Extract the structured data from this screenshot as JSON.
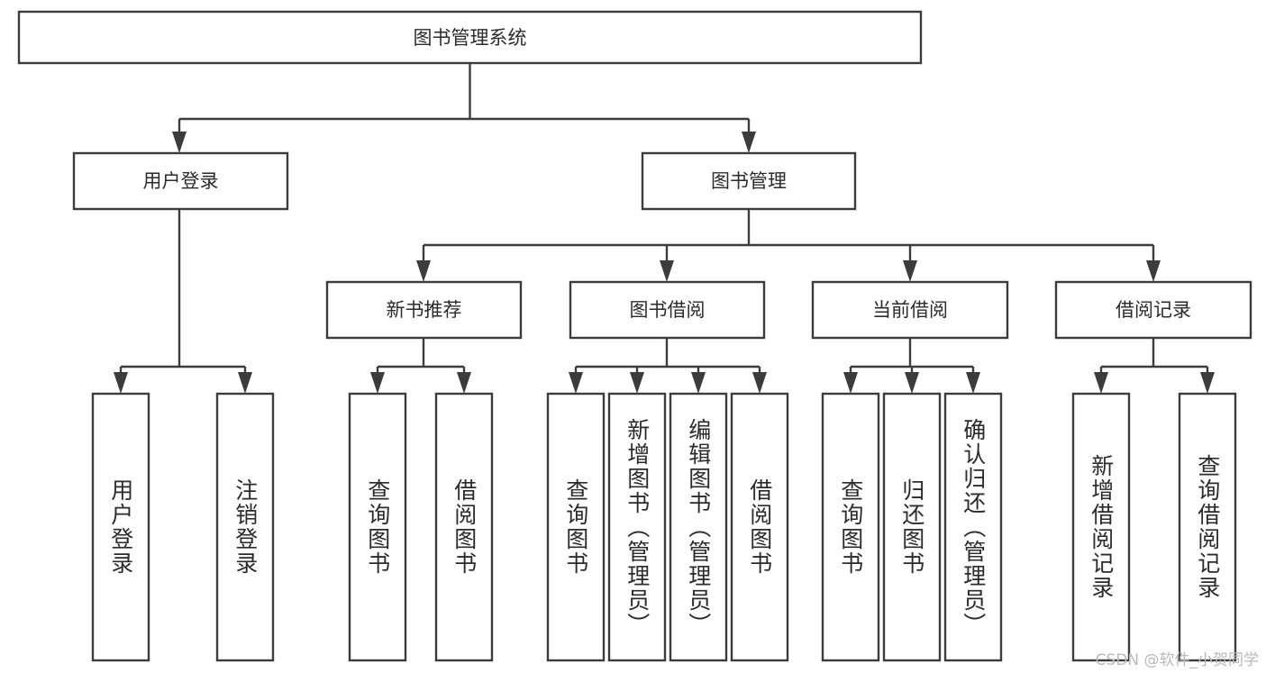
{
  "diagram": {
    "type": "tree",
    "title": "图书管理系统",
    "orientation": "top-down",
    "colors": {
      "box_fill": "#ffffff",
      "box_stroke": "#3c3c3c",
      "text": "#2b2b2b",
      "watermark": "#b9b9b9",
      "background": "#ffffff"
    },
    "root": {
      "label": "图书管理系统"
    },
    "level2": [
      {
        "label": "用户登录"
      },
      {
        "label": "图书管理"
      }
    ],
    "level3": [
      {
        "label": "新书推荐"
      },
      {
        "label": "图书借阅"
      },
      {
        "label": "当前借阅"
      },
      {
        "label": "借阅记录"
      }
    ],
    "leaves": {
      "user_login": [
        {
          "label": "用户登录"
        },
        {
          "label": "注销登录"
        }
      ],
      "new_book_recommend": [
        {
          "label": "查询图书"
        },
        {
          "label": "借阅图书"
        }
      ],
      "book_borrow": [
        {
          "label": "查询图书"
        },
        {
          "label": "新增图书（管理员）"
        },
        {
          "label": "编辑图书（管理员）"
        },
        {
          "label": "借阅图书"
        }
      ],
      "current_borrow": [
        {
          "label": "查询图书"
        },
        {
          "label": "归还图书"
        },
        {
          "label": "确认归还（管理员）"
        }
      ],
      "borrow_record": [
        {
          "label": "新增借阅记录"
        },
        {
          "label": "查询借阅记录"
        }
      ]
    }
  },
  "watermark": {
    "text": "CSDN @软件_小贺同学"
  }
}
